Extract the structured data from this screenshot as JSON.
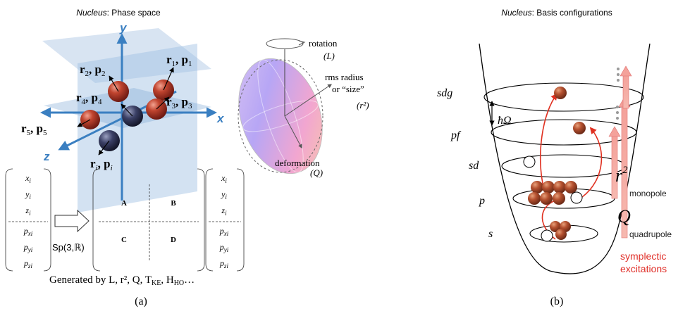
{
  "left_panel": {
    "title_prefix": "Nucleus",
    "title_suffix": ": Phase space",
    "axes": {
      "y": "y",
      "x": "x",
      "z": "z"
    },
    "particles": [
      {
        "r": "r",
        "sub": "2",
        "p": "p",
        "psub": "2"
      },
      {
        "r": "r",
        "sub": "1",
        "p": "p",
        "psub": "1"
      },
      {
        "r": "r",
        "sub": "4",
        "p": "p",
        "psub": "4"
      },
      {
        "r": "r",
        "sub": "3",
        "p": "p",
        "psub": "3"
      },
      {
        "r": "r",
        "sub": "5",
        "p": "p",
        "psub": "5"
      },
      {
        "r": "r",
        "sub": "i",
        "p": "p",
        "psub": "i"
      }
    ],
    "ellipsoid_labels": {
      "rotation": "rotation",
      "rotation_sym": "(L)",
      "rms_line1": "rms radius",
      "rms_line2": "or “size”",
      "rms_sym": "(r²)",
      "deformation": "deformation",
      "deformation_sym": "(Q)"
    },
    "vector_left": [
      "x",
      "y",
      "z",
      "p",
      "p",
      "p"
    ],
    "vector_left_subs": [
      "i",
      "i",
      "i",
      "xi",
      "yi",
      "zi"
    ],
    "vector_right": [
      "x",
      "y",
      "z",
      "p",
      "p",
      "p"
    ],
    "vector_right_subs": [
      "i",
      "i",
      "i",
      "xi",
      "yi",
      "zi"
    ],
    "group_label": "Sp(3,ℝ)",
    "matrix_blocks": [
      "A",
      "B",
      "C",
      "D"
    ],
    "generated_by": "Generated by L, r², Q, T",
    "generated_ke": "KE",
    "generated_tail": ", H",
    "generated_ho": "HO",
    "generated_dots": "…",
    "caption": "(a)"
  },
  "right_panel": {
    "title_prefix": "Nucleus",
    "title_suffix": ": Basis configurations",
    "shells": [
      "sdg",
      "pf",
      "sd",
      "p",
      "s"
    ],
    "hbar_omega": "ħΩ",
    "r2_label": "r",
    "r2_exp": "2",
    "monopole": "monopole",
    "q_label": "Q",
    "quadrupole": "quadrupole",
    "symplectic_line1": "symplectic",
    "symplectic_line2": "excitations",
    "caption": "(b)"
  },
  "colors": {
    "axis_blue": "#3a7fc1",
    "plane_blue": "#8fb3d9",
    "proton_red": "#a8352a",
    "neutron_navy": "#2b2f4a",
    "arrow_red": "#e03020",
    "symplectic_red": "#e0302a"
  }
}
